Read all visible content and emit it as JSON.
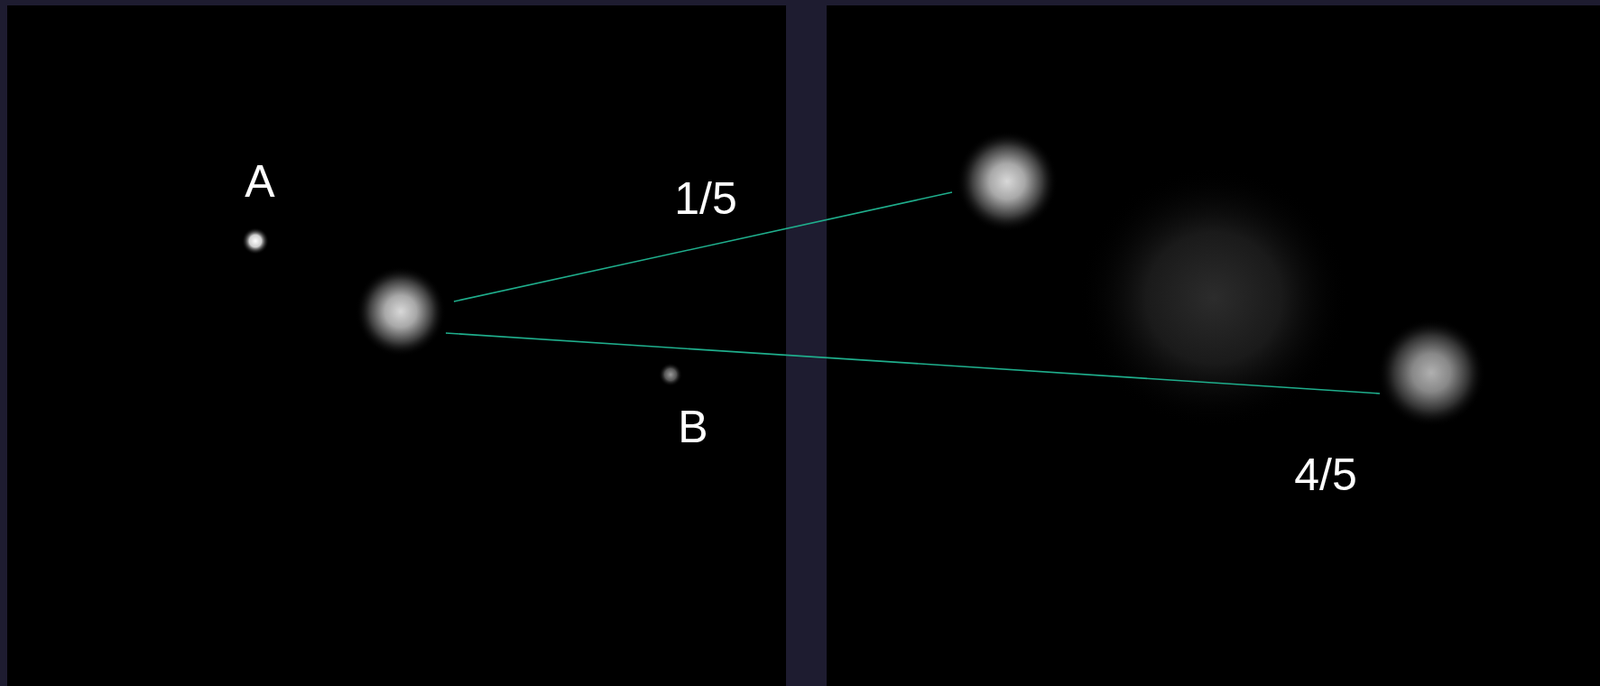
{
  "diagram": {
    "labels": [
      "A",
      "1/5",
      "B",
      "4/5"
    ]
  }
}
